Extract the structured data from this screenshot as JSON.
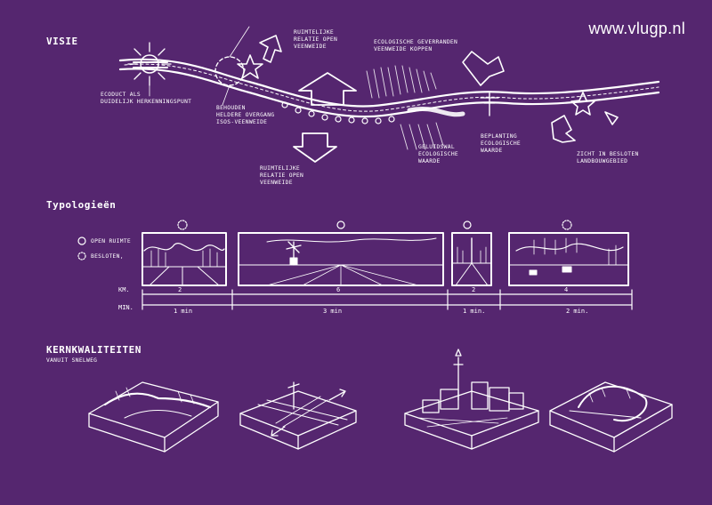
{
  "site": "www.vlugp.nl",
  "visie": {
    "title": "Visie",
    "notes": {
      "ecoduct": "Ecoduct als\nduidelijk herkenningspunt",
      "behouden": "Behouden\nheldere overgang\nisos-veenweide",
      "ruimtelijke_top": "Ruimtelijke\nrelatie open\nveenweide",
      "ruimtelijke_bottom": "Ruimtelijke\nrelatie open\nveenweide",
      "ecologische": "Ecologische geverranden\nveenweide koppen",
      "geluidswal": "Geluidswal\necologische\nwaarde",
      "beplanting": "Beplanting\necologische\nwaarde",
      "zicht": "Zicht in besloten\nlandbouwgebied"
    }
  },
  "typologieen": {
    "title": "Typologieën",
    "legend": {
      "open": "open ruimte",
      "besloten": "besloten,"
    },
    "km_label": "KM.",
    "min_label": "MIN.",
    "segments": [
      {
        "km": "2",
        "min": "1 min"
      },
      {
        "km": "6",
        "min": "3 min"
      },
      {
        "km": "2",
        "min": "1 min."
      },
      {
        "km": "4",
        "min": "2 min."
      }
    ]
  },
  "kernkwaliteiten": {
    "title": "Kernkwaliteiten",
    "subtitle": "vanuit snelweg"
  }
}
